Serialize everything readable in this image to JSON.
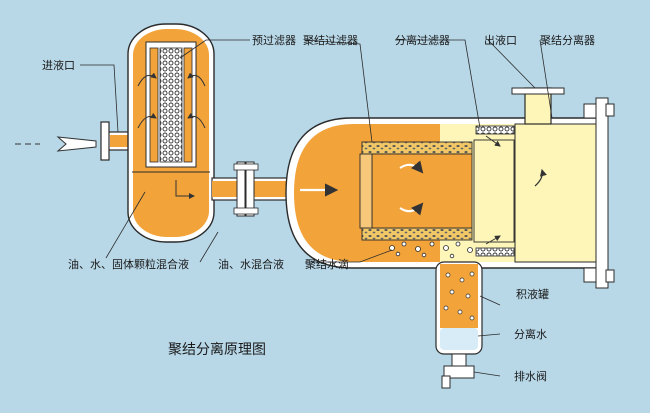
{
  "labels": {
    "inlet": "进液口",
    "pre_filter": "预过滤器",
    "coalescing_filter": "聚结过滤器",
    "separation_filter": "分离过滤器",
    "outlet": "出液口",
    "coalescing_separator": "聚结分离器",
    "oil_water_solid_mixture": "油、水、固体颗粒混合液",
    "oil_water_mixture": "油、水混合液",
    "coalesced_water_drops": "聚结水滴",
    "sump_tank": "积液罐",
    "separated_water": "分离水",
    "drain_valve": "排水阀"
  },
  "caption": "聚结分离原理图",
  "colors": {
    "background": "#b8d8e8",
    "liquid": "#f2a33a",
    "light_liquid": "#fdf6b8",
    "water": "#d8ecf8",
    "wall": "#ffffff",
    "outline": "#2b2b2b"
  }
}
